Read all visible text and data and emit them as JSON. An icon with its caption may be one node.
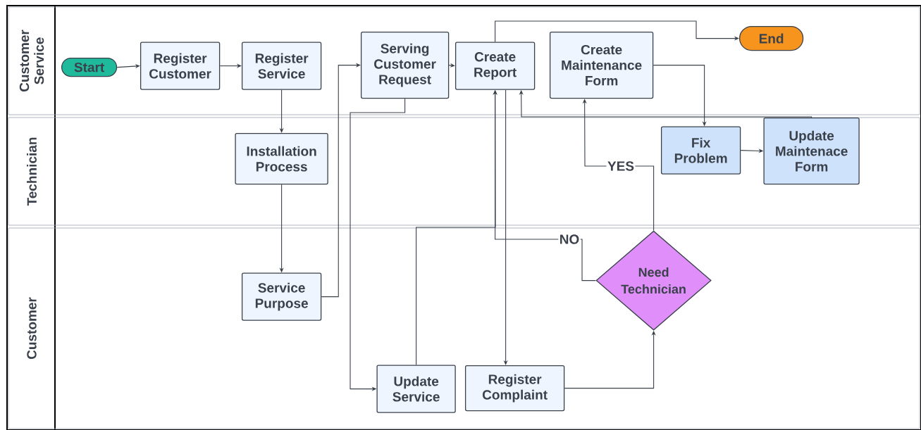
{
  "diagram": {
    "nodes": [
      {
        "text": [
          "Customer Service"
        ]
      },
      {
        "text": [
          "Technician"
        ]
      },
      {
        "text": [
          "Customer"
        ]
      },
      {
        "text": [
          "Start"
        ],
        "in": 0
      },
      {
        "text": [
          "Register Customer"
        ],
        "in": 0
      },
      {
        "text": [
          "Register Service"
        ],
        "in": 0
      },
      {
        "text": [
          "Serving Customer Request"
        ],
        "in": 0
      },
      {
        "text": [
          "Create Report"
        ],
        "in": 0
      },
      {
        "text": [
          "Create Maintenance Form"
        ],
        "in": 0
      },
      {
        "text": [
          "End"
        ],
        "in": 0
      },
      {
        "text": [
          "Installation Process"
        ],
        "in": 1
      },
      {
        "text": [
          "Fix Problem"
        ],
        "in": 1
      },
      {
        "text": [
          "Update Maintenace Form"
        ],
        "in": 1
      },
      {
        "text": [
          "Service Purpose"
        ],
        "in": 2
      },
      {
        "text": [
          "Update Service"
        ],
        "in": 2
      },
      {
        "text": [
          "Register Complaint"
        ],
        "in": 2
      },
      {
        "text": [
          "Need Technician"
        ],
        "in": 2
      }
    ],
    "edges": [
      {
        "from": 3,
        "to": 4,
        "arrow": "to"
      },
      {
        "from": 4,
        "to": 5,
        "arrow": "to"
      },
      {
        "from": 5,
        "to": 10,
        "arrow": "to"
      },
      {
        "from": 10,
        "to": 13,
        "arrow": "to"
      },
      {
        "from": 13,
        "to": 6,
        "arrow": "to"
      },
      {
        "from": 6,
        "to": 14,
        "arrow": "to"
      },
      {
        "from": 6,
        "to": 7,
        "arrow": "to"
      },
      {
        "from": 7,
        "to": 9,
        "arrow": "to"
      },
      {
        "from": 7,
        "to": 15,
        "arrow": "to"
      },
      {
        "from": 14,
        "to": 7,
        "arrow": "to"
      },
      {
        "from": 16,
        "to": 7,
        "label": "NO",
        "arrow": "to"
      },
      {
        "from": 16,
        "to": 8,
        "label": "YES",
        "arrow": "to"
      },
      {
        "from": 8,
        "to": 11,
        "arrow": "to"
      },
      {
        "from": 11,
        "to": 12,
        "arrow": "to"
      },
      {
        "from": 12,
        "to": 7,
        "arrow": "to"
      },
      {
        "from": 15,
        "to": 16,
        "arrow": "to"
      }
    ]
  }
}
